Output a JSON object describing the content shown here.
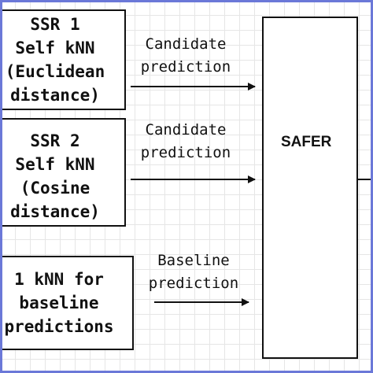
{
  "ssr1": {
    "line1": "SSR 1",
    "line2": "Self kNN",
    "line3": "(Euclidean",
    "line4": "distance)"
  },
  "ssr2": {
    "line1": "SSR 2",
    "line2": "Self kNN",
    "line3": "(Cosine",
    "line4": "distance)"
  },
  "baseline_box": {
    "line1": "1 kNN for",
    "line2": "baseline",
    "line3": "predictions"
  },
  "arrow_labels": {
    "top_line1": "Candidate",
    "top_line2": "prediction",
    "mid_line1": "Candidate",
    "mid_line2": "prediction",
    "bottom_line1": "Baseline",
    "bottom_line2": "prediction"
  },
  "safer": {
    "label": "SAFER"
  }
}
